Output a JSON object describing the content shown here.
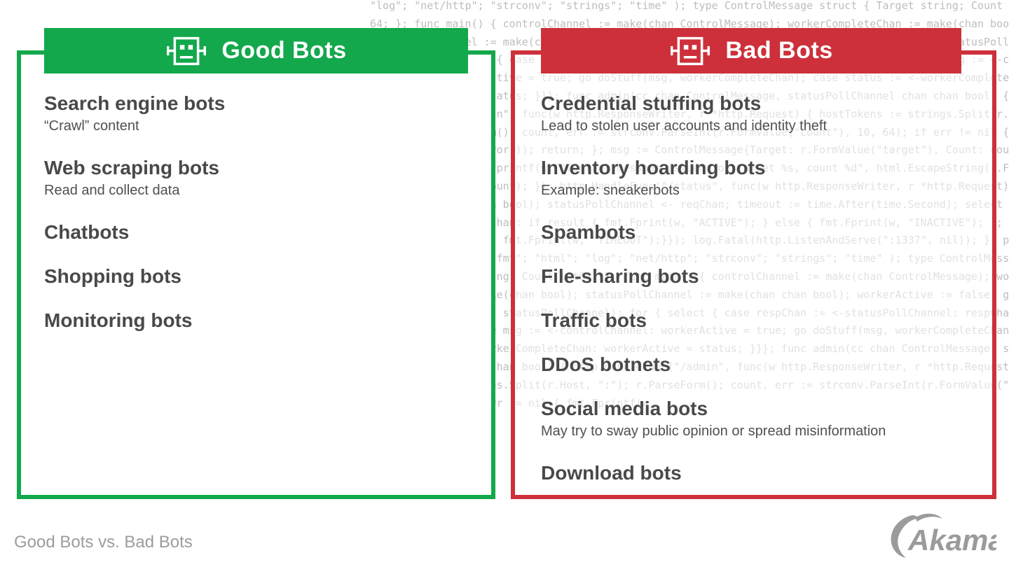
{
  "background": {
    "code_color": "#bdbdbd",
    "code_text": "\"log\"; \"net/http\"; \"strconv\"; \"strings\"; \"time\" ); type ControlMessage struct { Target string; Count int64; }; func main() { controlChannel := make(chan ControlMessage); workerCompleteChan := make(chan bool); statusPollChannel := make(chan chan bool); workerActive := false; go admin(controlChannel, statusPollChannel); for { select { case respChan := <-statusPollChannel: respChan <- workerActive; case msg := <-controlChannel: workerActive = true; go doStuff(msg, workerCompleteChan); case status := <-workerCompleteChan: workerActive = status; }}}; func admin(cc chan ControlMessage, statusPollChannel chan chan bool) { http.HandleFunc(\"/admin\", func(w http.ResponseWriter, r *http.Request) { hostTokens := strings.Split(r.Host, \":\"); r.ParseForm(); count, err := strconv.ParseInt(r.FormValue(\"count\"), 10, 64); if err != nil { fmt.Fprintf(w, err.Error()); return; }; msg := ControlMessage{Target: r.FormValue(\"target\"), Count: count}; cc <- msg; fmt.Fprintf(w, \"Control message issued for Target %s, count %d\", html.EscapeString(r.FormValue(\"target\")), count); }); http.HandleFunc(\"/status\", func(w http.ResponseWriter, r *http.Request) { reqChan := make(chan bool); statusPollChannel <- reqChan; timeout := time.After(time.Second); select { case result := <-reqChan: if result { fmt.Fprint(w, \"ACTIVE\"); } else { fmt.Fprint(w, \"INACTIVE\"); }; return; case <-timeout: fmt.Fprint(w, \"TIMEOUT\");}}); log.Fatal(http.ListenAndServe(\":1337\", nil)); }; package main; import ( \"fmt\"; \"html\"; \"log\"; \"net/http\"; \"strconv\"; \"strings\"; \"time\" ); type ControlMessage struct { Target string; Count int64; }; func main() { controlChannel := make(chan ControlMessage); workerCompleteChan := make(chan bool); statusPollChannel := make(chan chan bool); workerActive := false; go admin(controlChannel, statusPollChannel); for { select { case respChan := <-statusPollChannel: respChan <- workerActive; case msg := <-controlChannel: workerActive = true; go doStuff(msg, workerCompleteChan); case status := <-workerCompleteChan: workerActive = status; }}}; func admin(cc chan ControlMessage, statusPollChannel chan chan bool) { http.HandleFunc(\"/admin\", func(w http.ResponseWriter, r *http.Request) { hostTokens := strings.Split(r.Host, \":\"); r.ParseForm(); count, err := strconv.ParseInt(r.FormValue(\"count\"), 10, 64); if err != nil { fmt.Fprintf(w,"
  },
  "panels": {
    "good": {
      "title": "Good Bots",
      "color": "#13a84c",
      "items": [
        {
          "label": "Search engine bots",
          "description": "“Crawl” content"
        },
        {
          "label": "Web scraping bots",
          "description": "Read and collect data"
        },
        {
          "label": "Chatbots"
        },
        {
          "label": "Shopping bots"
        },
        {
          "label": "Monitoring bots"
        }
      ]
    },
    "bad": {
      "title": "Bad Bots",
      "color": "#cd303a",
      "items": [
        {
          "label": "Credential stuffing bots",
          "description": "Lead to stolen user accounts and identity theft"
        },
        {
          "label": "Inventory hoarding bots",
          "description": "Example: sneakerbots"
        },
        {
          "label": "Spambots"
        },
        {
          "label": "File-sharing bots"
        },
        {
          "label": "Traffic bots"
        },
        {
          "label": "DDoS botnets"
        },
        {
          "label": "Social media bots",
          "description": "May try to sway public opinion or spread misinformation"
        },
        {
          "label": "Download bots"
        }
      ]
    }
  },
  "footer": {
    "caption": "Good Bots vs. Bad Bots",
    "logo": "Akamai"
  }
}
